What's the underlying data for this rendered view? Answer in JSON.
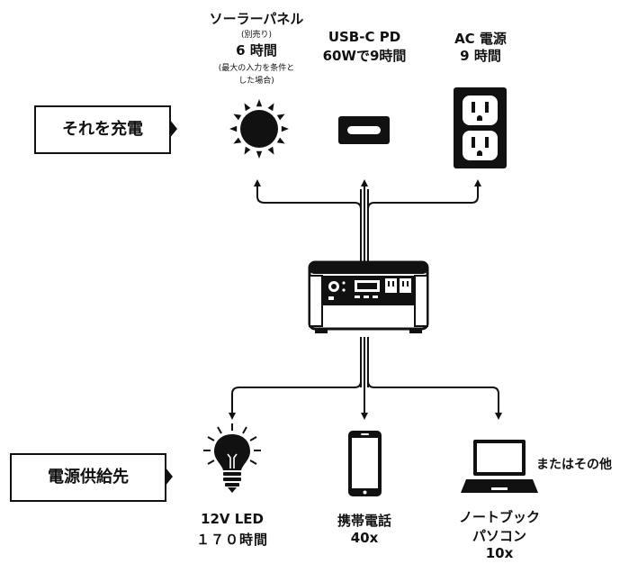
{
  "charge_label": "それを充電",
  "supply_label": "電源供給先",
  "inputs": {
    "solar": {
      "title": "ソーラーパネル",
      "note": "(別売り)",
      "time": "6 時間",
      "condition_line1": "(最大の入力を条件と",
      "condition_line2": "した場合)"
    },
    "usbc": {
      "title": "USB-C PD",
      "time": "60Wで9時間"
    },
    "ac": {
      "title": "AC 電源",
      "time": "9 時間"
    }
  },
  "outputs": {
    "led": {
      "title": "12V LED",
      "value": "１７０時間"
    },
    "phone": {
      "title": "携帯電話",
      "value": "40x"
    },
    "laptop": {
      "title_line1": "ノートブック",
      "title_line2": "パソコン",
      "value": "10x"
    },
    "other": "またはその他"
  },
  "colors": {
    "ink": "#111111",
    "background": "#ffffff"
  }
}
